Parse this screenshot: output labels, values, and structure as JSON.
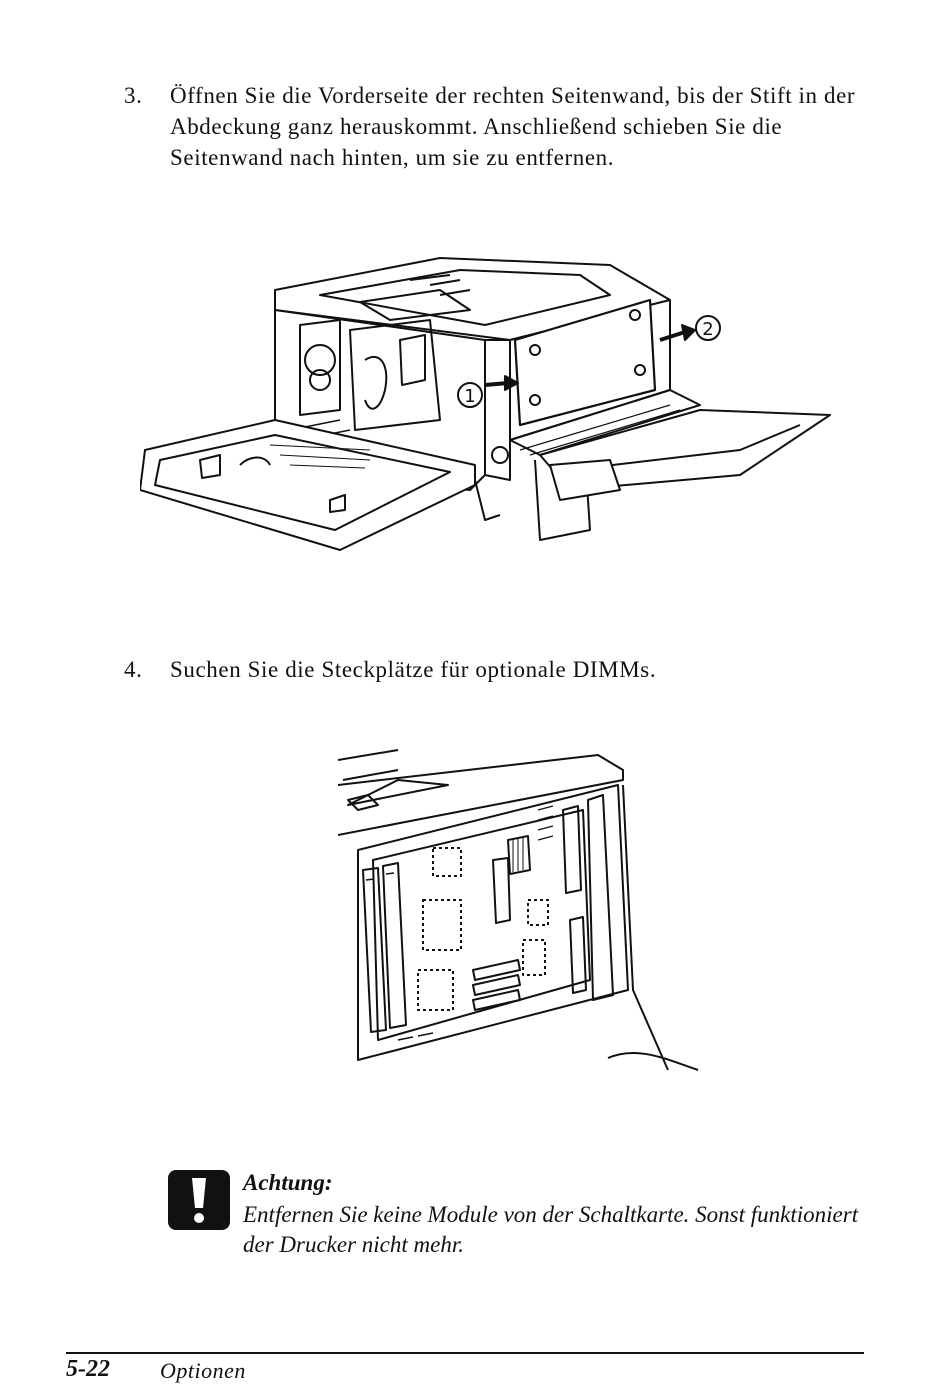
{
  "steps": [
    {
      "number": "3.",
      "text": "Öffnen Sie die Vorderseite der rechten Seitenwand, bis der Stift in der Abdeckung ganz herauskommt. Anschließend schieben Sie die Seitenwand nach hinten, um sie zu entfernen."
    },
    {
      "number": "4.",
      "text": "Suchen Sie die Steckplätze für optionale DIMMs."
    }
  ],
  "figure1": {
    "callout_1": "1",
    "callout_2": "2"
  },
  "caution": {
    "icon": "exclamation-icon",
    "title": "Achtung:",
    "body": "Entfernen Sie keine Module von der Schaltkarte. Sonst funktioniert der Drucker nicht mehr."
  },
  "footer": {
    "page": "5-22",
    "section": "Optionen"
  }
}
